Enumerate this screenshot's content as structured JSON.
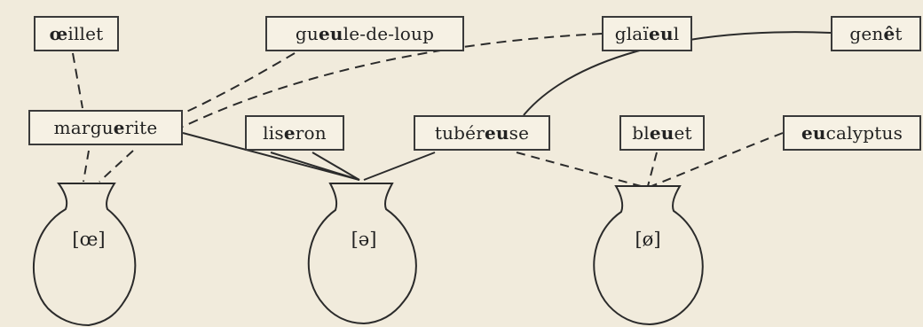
{
  "words": [
    {
      "id": "oeillet",
      "parts": [
        {
          "t": "œ",
          "b": true
        },
        {
          "t": "illet",
          "b": false
        }
      ]
    },
    {
      "id": "gueule",
      "parts": [
        {
          "t": "gu",
          "b": false
        },
        {
          "t": "eu",
          "b": true
        },
        {
          "t": "le-de-loup",
          "b": false
        }
      ]
    },
    {
      "id": "glaieul",
      "parts": [
        {
          "t": "glaï",
          "b": false
        },
        {
          "t": "eu",
          "b": true
        },
        {
          "t": "l",
          "b": false
        }
      ]
    },
    {
      "id": "genet",
      "parts": [
        {
          "t": "gen",
          "b": false
        },
        {
          "t": "ê",
          "b": true
        },
        {
          "t": "t",
          "b": false
        }
      ]
    },
    {
      "id": "marguerite",
      "parts": [
        {
          "t": "margu",
          "b": false
        },
        {
          "t": "e",
          "b": true
        },
        {
          "t": "rite",
          "b": false
        }
      ]
    },
    {
      "id": "liseron",
      "parts": [
        {
          "t": "lis",
          "b": false
        },
        {
          "t": "e",
          "b": true
        },
        {
          "t": "ron",
          "b": false
        }
      ]
    },
    {
      "id": "tubereuse",
      "parts": [
        {
          "t": "tubér",
          "b": false
        },
        {
          "t": "eu",
          "b": true
        },
        {
          "t": "se",
          "b": false
        }
      ]
    },
    {
      "id": "bleuet",
      "parts": [
        {
          "t": "bl",
          "b": false
        },
        {
          "t": "eu",
          "b": true
        },
        {
          "t": "et",
          "b": false
        }
      ]
    },
    {
      "id": "eucalyptus",
      "parts": [
        {
          "t": "eu",
          "b": true
        },
        {
          "t": "calyptus",
          "b": false
        }
      ]
    }
  ],
  "pots": [
    {
      "id": "oe",
      "label": "[œ]"
    },
    {
      "id": "schwa",
      "label": "[ə]"
    },
    {
      "id": "oslash",
      "label": "[ø]"
    }
  ],
  "links": [
    {
      "from": "oeillet",
      "to": "marguerite",
      "style": "dashed"
    },
    {
      "from": "gueule",
      "to": "marguerite",
      "style": "dashed"
    },
    {
      "from": "glaieul",
      "to": "marguerite",
      "style": "dashed"
    },
    {
      "from": "genet",
      "to": "tubereuse",
      "style": "solid"
    },
    {
      "from": "marguerite",
      "to": "oe",
      "style": "dashed"
    },
    {
      "from": "marguerite",
      "to": "schwa",
      "style": "solid"
    },
    {
      "from": "liseron",
      "to": "schwa",
      "style": "solid"
    },
    {
      "from": "tubereuse",
      "to": "schwa",
      "style": "solid"
    },
    {
      "from": "tubereuse",
      "to": "oslash",
      "style": "dashed"
    },
    {
      "from": "bleuet",
      "to": "oslash",
      "style": "dashed"
    },
    {
      "from": "eucalyptus",
      "to": "oslash",
      "style": "dashed"
    }
  ],
  "colors": {
    "background": "#f1ebdc",
    "ink": "#2b2b2b",
    "box_fill": "#f6f1e4"
  }
}
